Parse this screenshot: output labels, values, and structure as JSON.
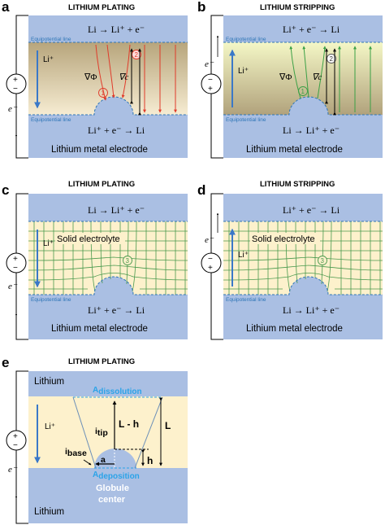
{
  "panels": {
    "a": {
      "letter": "a",
      "title": "LITHIUM PLATING",
      "top_eq": "Li → Li⁺ + e⁻",
      "bottom_eq": "Li⁺ + e⁻ → Li",
      "eq_line_top": "Equipotential line",
      "eq_line_bottom": "Equipotential line",
      "li_label": "Li⁺",
      "electrode": "Lithium metal electrode",
      "grad_phi": "∇Φ",
      "grad_c": "∇c",
      "circle1": "1",
      "circle2": "2",
      "electron": "e⁻",
      "plus": "+",
      "minus": "−"
    },
    "b": {
      "letter": "b",
      "title": "LITHIUM STRIPPING",
      "top_eq": "Li⁺ + e⁻ → Li",
      "bottom_eq": "Li → Li⁺ + e⁻",
      "eq_line_top": "Equipotential line",
      "eq_line_bottom": "Equipotential line",
      "li_label": "Li⁺",
      "electrode": "Lithium metal electrode",
      "grad_phi": "∇Φ",
      "grad_c": "∇c",
      "circle1": "1",
      "circle2": "2",
      "electron": "e⁻",
      "plus": "+",
      "minus": "−"
    },
    "c": {
      "letter": "c",
      "title": "LITHIUM PLATING",
      "top_eq": "Li → Li⁺ + e⁻",
      "bottom_eq": "Li⁺ + e⁻ → Li",
      "eq_line_bottom": "Equipotential line",
      "li_label": "Li⁺",
      "solid": "Solid electrolyte",
      "electrode": "Lithium metal electrode",
      "circle3": "3",
      "electron": "e⁻",
      "plus": "+",
      "minus": "−"
    },
    "d": {
      "letter": "d",
      "title": "LITHIUM STRIPPING",
      "top_eq": "Li⁺ + e⁻ → Li",
      "bottom_eq": "Li → Li⁺ + e⁻",
      "eq_line_bottom": "Equipotential line",
      "li_label": "Li⁺",
      "solid": "Solid electrolyte",
      "electrode": "Lithium metal electrode",
      "circle3": "3",
      "electron": "e⁻",
      "plus": "+",
      "minus": "−"
    },
    "e": {
      "letter": "e",
      "title": "LITHIUM PLATING",
      "lithium_top": "Lithium",
      "lithium_bottom": "Lithium",
      "li_label": "Li⁺",
      "a_main": "A",
      "a_dissolution": "dissolution",
      "a_deposition": "deposition",
      "i_main": "i",
      "i_tip": "tip",
      "i_base": "base",
      "L_minus_h": "L - h",
      "L": "L",
      "h": "h",
      "a": "a",
      "globule1": "Globule",
      "globule2": "center",
      "electron": "e⁻",
      "plus": "+",
      "minus": "−"
    }
  },
  "colors": {
    "electrode": "#aabfe3",
    "electrolyte_cream": "#fdf1cc",
    "equipotential": "#2e75b6",
    "red_flux": "#e03a2a",
    "green_flux": "#3aa045",
    "grid_green": "#4a9a4e",
    "li_arrow": "#3a78c8",
    "label_blue": "#2ba3e8"
  }
}
